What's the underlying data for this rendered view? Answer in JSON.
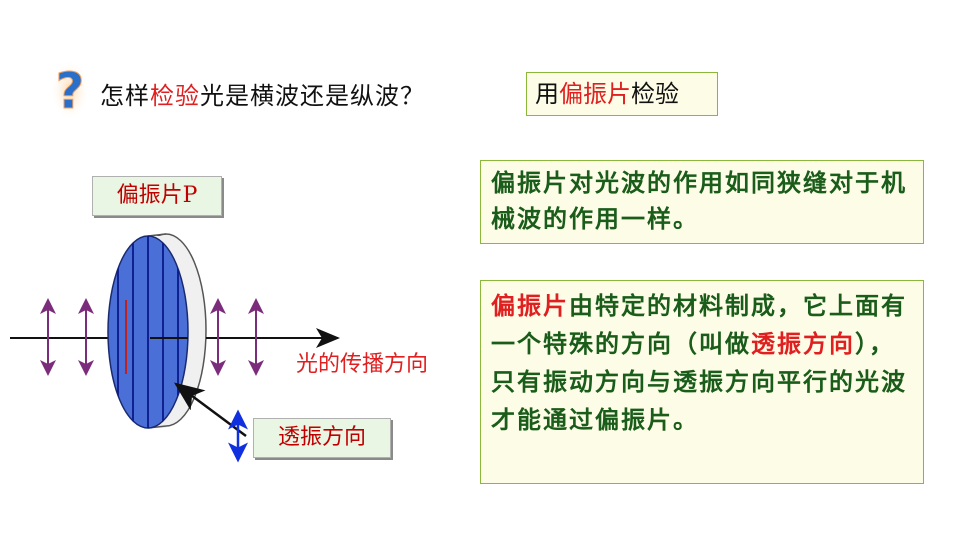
{
  "question": {
    "part1": "怎样",
    "highlight": "检验",
    "part2": "光是横波还是纵波？",
    "icon": "question-mark-icon"
  },
  "method": {
    "prefix": "用",
    "highlight": "偏振片",
    "suffix": "检验"
  },
  "diagram": {
    "polarizer_label": "偏振片P",
    "light_direction_label": "光的传播方向",
    "transmission_label": "透振方向",
    "colors": {
      "polarizer_face": "#4a6fd6",
      "vibration_arrow": "#7b2d7b",
      "transmission_arrow": "#1030e0",
      "label_red": "#e02020"
    }
  },
  "note1": {
    "text": "偏振片对光波的作用如同狭缝对于机械波的作用一样。"
  },
  "note2": {
    "highlight1": "偏振片",
    "text1": "由特定的材料制成，它上面有一个特殊的方向（叫做",
    "highlight2": "透振方向",
    "text2": "），只有振动方向与透振方向平行的光波才能通过偏振片。"
  }
}
